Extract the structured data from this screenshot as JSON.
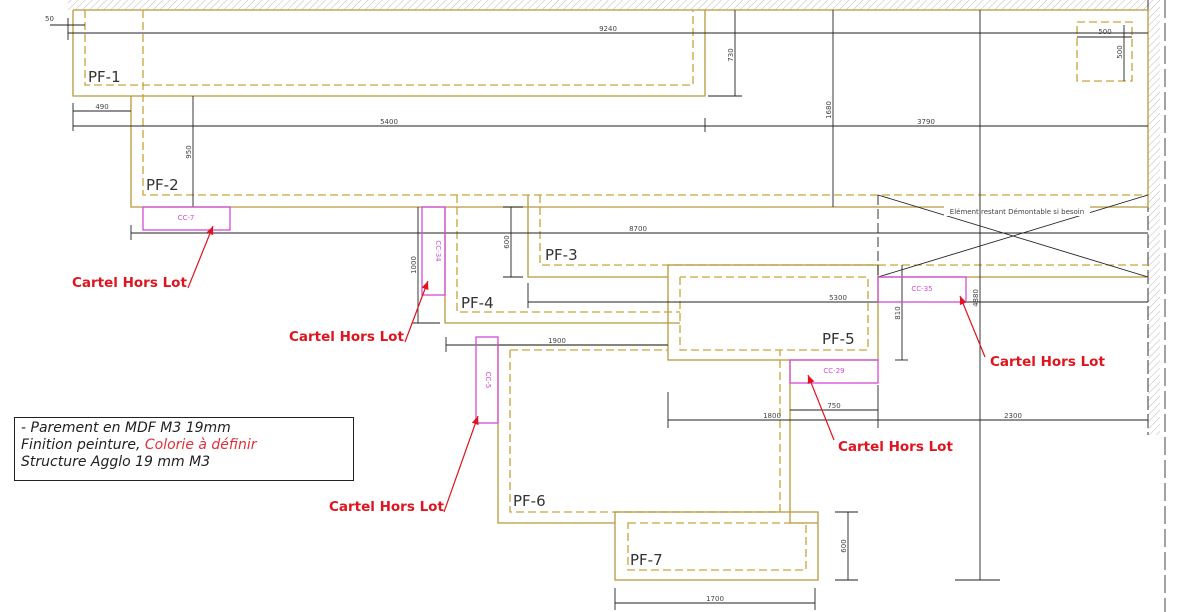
{
  "colors": {
    "outline": "#b59a3c",
    "dashed": "#c9a33a",
    "cartel": "#d24bd6",
    "annotation": "#e0141e"
  },
  "panels": [
    "PF-1",
    "PF-2",
    "PF-3",
    "PF-4",
    "PF-5",
    "PF-6",
    "PF-7"
  ],
  "cartels": [
    "CC-7",
    "CC-34",
    "CC-35",
    "CC-5",
    "CC-29"
  ],
  "annotation_label": "Cartel Hors Lot",
  "removable_note": "Elément restant Démontable si besoin",
  "dimensions": {
    "d50": "50",
    "d9240": "9240",
    "d730": "730",
    "d1680": "1680",
    "d500a": "500",
    "d500b": "500",
    "d490": "490",
    "d5400": "5400",
    "d3790": "3790",
    "d950": "950",
    "d8700": "8700",
    "d600a": "600",
    "d1000": "1000",
    "d5300": "5300",
    "d810": "810",
    "d4880": "4880",
    "d1900": "1900",
    "d1800": "1800",
    "d750": "750",
    "d2300": "2300",
    "d600b": "600",
    "d1700": "1700"
  },
  "note": {
    "line1": "- Parement en MDF M3 19mm",
    "line2_a": "Finition peinture, ",
    "line2_b": "Colorie à définir",
    "line3": "Structure Agglo 19 mm M3"
  }
}
